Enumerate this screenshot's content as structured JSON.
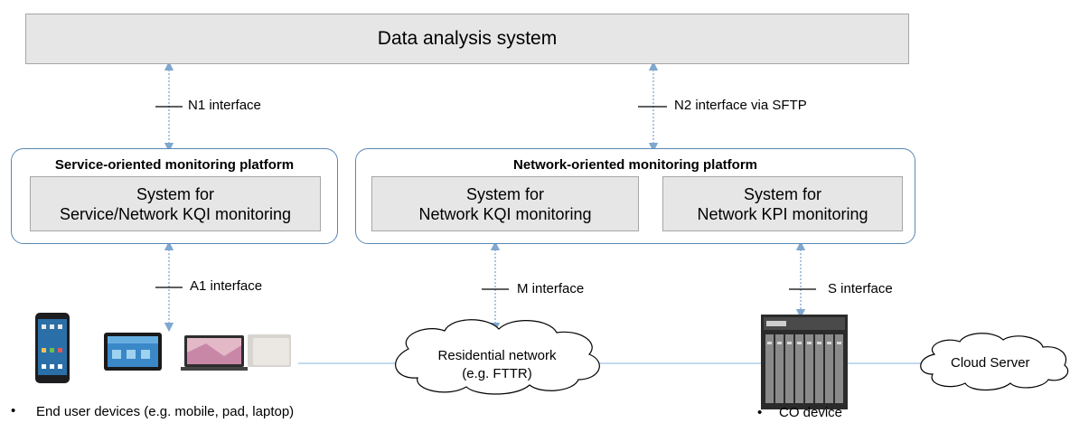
{
  "data_analysis_system": "Data analysis system",
  "interfaces": {
    "n1": "N1 interface",
    "n2": "N2 interface via SFTP",
    "a1": "A1 interface",
    "m": "M interface",
    "s": "S interface"
  },
  "service_platform": {
    "title": "Service-oriented monitoring platform",
    "system_line1": "System for",
    "system_line2": "Service/Network KQI monitoring"
  },
  "network_platform": {
    "title": "Network-oriented monitoring platform",
    "kqi_line1": "System for",
    "kqi_line2": "Network KQI monitoring",
    "kpi_line1": "System for",
    "kpi_line2": "Network KPI monitoring"
  },
  "residential_network": {
    "line1": "Residential network",
    "line2": "(e.g. FTTR)"
  },
  "cloud_server": "Cloud Server",
  "captions": {
    "end_user_devices": "End user devices (e.g. mobile, pad, laptop)",
    "co_device": "CO device",
    "bullet": "•"
  },
  "colors": {
    "box_fill": "#e6e6e6",
    "platform_border": "#5b87b5",
    "arrow": "#7fa7cf",
    "connector": "#9dc3e6"
  },
  "icons": [
    "smartphone-icon",
    "tablet-icon",
    "laptop-icon",
    "co-device-icon",
    "cloud-icon"
  ]
}
